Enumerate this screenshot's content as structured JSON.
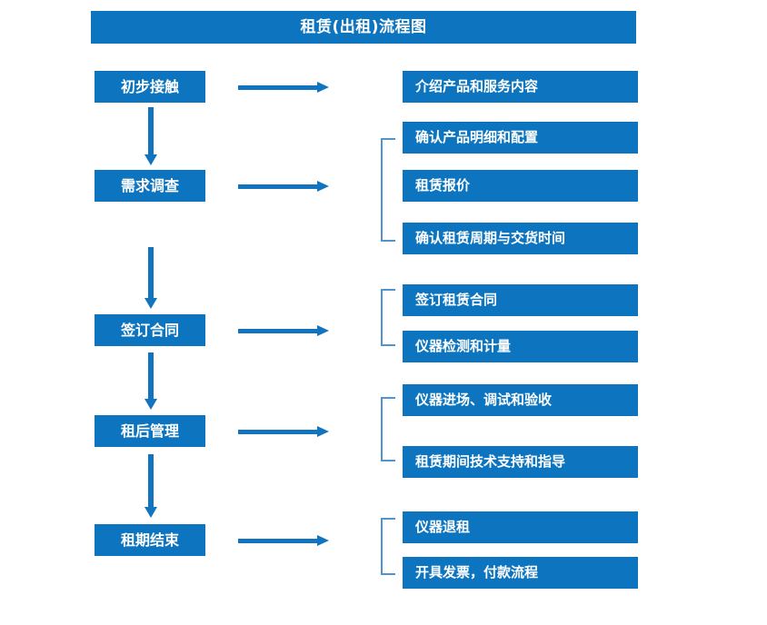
{
  "title": "租赁(出租)流程图",
  "theme": {
    "box_fill": "#0d75bf",
    "box_text": "#ffffff",
    "arrow": "#1273bf",
    "bracket": "#4f93cf",
    "background": "#ffffff"
  },
  "stages": [
    {
      "label": "初步接触"
    },
    {
      "label": "需求调查"
    },
    {
      "label": "签订合同"
    },
    {
      "label": "租后管理"
    },
    {
      "label": "租期结束"
    }
  ],
  "details": [
    {
      "label": "介绍产品和服务内容"
    },
    {
      "label": "确认产品明细和配置"
    },
    {
      "label": "租赁报价"
    },
    {
      "label": "确认租赁周期与交货时间"
    },
    {
      "label": "签订租赁合同"
    },
    {
      "label": "仪器检测和计量"
    },
    {
      "label": "仪器进场、调试和验收"
    },
    {
      "label": "租赁期间技术支持和指导"
    },
    {
      "label": "仪器退租"
    },
    {
      "label": "开具发票，付款流程"
    }
  ],
  "groups": [
    {
      "stage": "初步接触",
      "details": [
        "介绍产品和服务内容"
      ],
      "bracketed": false
    },
    {
      "stage": "需求调查",
      "details": [
        "确认产品明细和配置",
        "租赁报价",
        "确认租赁周期与交货时间"
      ],
      "bracketed": true
    },
    {
      "stage": "签订合同",
      "details": [
        "签订租赁合同",
        "仪器检测和计量"
      ],
      "bracketed": true
    },
    {
      "stage": "租后管理",
      "details": [
        "仪器进场、调试和验收",
        "租赁期间技术支持和指导"
      ],
      "bracketed": true
    },
    {
      "stage": "租期结束",
      "details": [
        "仪器退租",
        "开具发票，付款流程"
      ],
      "bracketed": true
    }
  ],
  "flow": [
    {
      "from": "初步接触",
      "to": "需求调查"
    },
    {
      "from": "需求调查",
      "to": "签订合同"
    },
    {
      "from": "签订合同",
      "to": "租后管理"
    },
    {
      "from": "租后管理",
      "to": "租期结束"
    }
  ]
}
